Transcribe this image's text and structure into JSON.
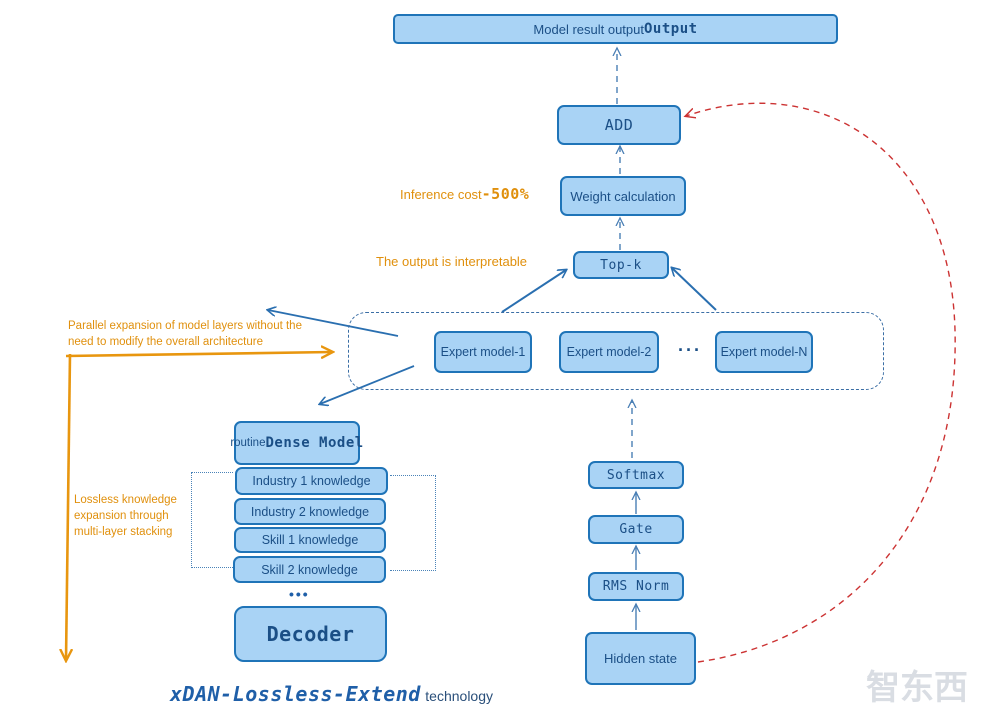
{
  "boxes": {
    "output_prefix": "Model result output",
    "output_suffix": "Output",
    "add": "ADD",
    "weight_calc": "Weight calculation",
    "topk": "Top-k",
    "expert1": "Expert model-1",
    "expert2": "Expert model-2",
    "expertN": "Expert model-N",
    "experts_ellipsis": "···",
    "softmax": "Softmax",
    "gate": "Gate",
    "rms_norm": "RMS Norm",
    "hidden_state": "Hidden state",
    "dense_prefix": "routine",
    "dense_suffix": "Dense Model",
    "industry1": "Industry 1 knowledge",
    "industry2": "Industry 2 knowledge",
    "skill1": "Skill 1 knowledge",
    "skill2": "Skill 2 knowledge",
    "stack_ellipsis": "•••",
    "decoder": "Decoder"
  },
  "notes": {
    "inference_prefix": "Inference cost",
    "inference_value": "-500%",
    "interpretable": "The output is interpretable",
    "parallel_line1": "Parallel expansion of model layers without the",
    "parallel_line2": "need to modify the overall architecture",
    "lossless_line1": "Lossless knowledge",
    "lossless_line2": "expansion through",
    "lossless_line3": "multi-layer stacking"
  },
  "brand": {
    "name": "xDAN-Lossless-Extend",
    "suffix": "technology"
  },
  "watermark": "智东西",
  "colors": {
    "box_fill": "#a9d3f5",
    "box_border": "#1f74b8",
    "box_text": "#1b4f86",
    "note_orange": "#e0900d",
    "arrow_blue": "#2a6fb0",
    "arrow_red": "#cc3333",
    "arrow_orange": "#e8960f"
  }
}
